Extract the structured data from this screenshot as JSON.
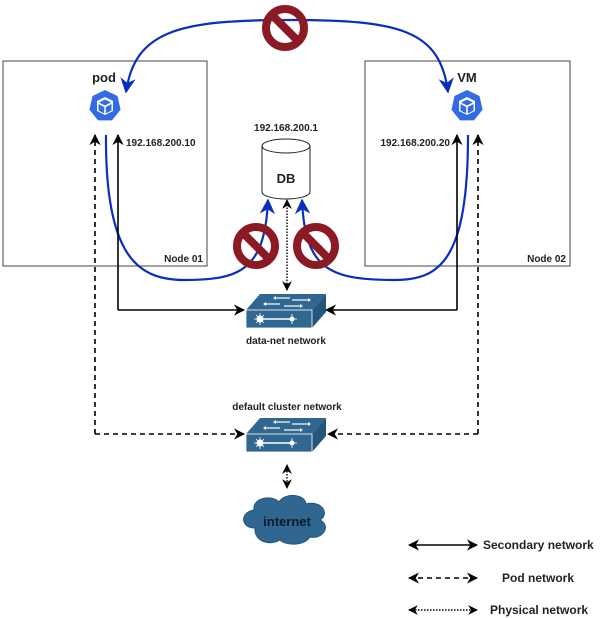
{
  "nodes": [
    {
      "label": "Node 01",
      "workload": {
        "label": "pod",
        "ip": "192.168.200.10",
        "icon": "kubernetes-pod-icon"
      }
    },
    {
      "label": "Node 02",
      "workload": {
        "label": "VM",
        "ip": "192.168.200.20",
        "icon": "kubernetes-pod-icon"
      }
    }
  ],
  "db": {
    "label": "DB",
    "ip": "192.168.200.1",
    "icon": "database-cylinder-icon"
  },
  "switches": {
    "data_net": {
      "label": "data-net network",
      "icon": "network-switch-icon"
    },
    "default_cluster": {
      "label": "default cluster network",
      "icon": "network-switch-icon"
    }
  },
  "internet": {
    "label": "internet",
    "icon": "cloud-icon"
  },
  "blocked_icon": "prohibited-icon",
  "legend": [
    {
      "label": "Secondary network",
      "style": "solid"
    },
    {
      "label": "Pod network",
      "style": "dashed"
    },
    {
      "label": "Physical network",
      "style": "dotted"
    }
  ],
  "colors": {
    "blocked_path": "#0a2fbf",
    "prohibited": "#8b1a24",
    "k8s_blue": "#326ce5",
    "switch": "#2f6790",
    "cloud": "#2f6790"
  }
}
